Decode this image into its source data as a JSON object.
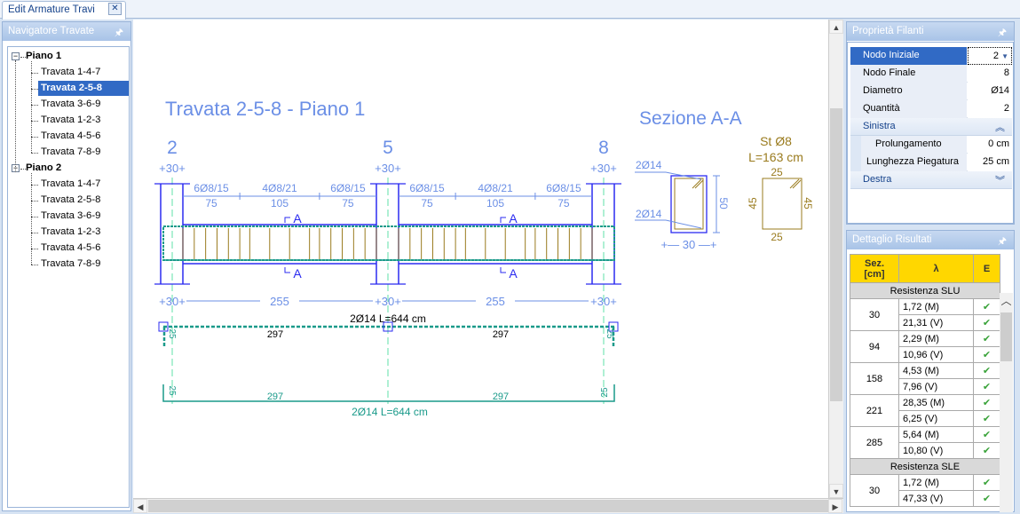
{
  "tab": {
    "title": "Edit Armature Travi",
    "close": "✕"
  },
  "navigator": {
    "title": "Navigatore Travate",
    "pin": "🖈",
    "groups": [
      {
        "label": "Piano 1",
        "items": [
          "Travata 1-4-7",
          "Travata 2-5-8",
          "Travata 3-6-9",
          "Travata 1-2-3",
          "Travata 4-5-6",
          "Travata 7-8-9"
        ],
        "selected": 1
      },
      {
        "label": "Piano 2",
        "items": [
          "Travata 1-4-7",
          "Travata 2-5-8",
          "Travata 3-6-9",
          "Travata 1-2-3",
          "Travata 4-5-6",
          "Travata 7-8-9"
        ],
        "selected": -1
      }
    ]
  },
  "drawing": {
    "title": "Travata 2-5-8 - Piano 1",
    "nodes": [
      "2",
      "5",
      "8"
    ],
    "col_width": "30",
    "spans": [
      {
        "zones": [
          {
            "label": "6Ø8/15",
            "len": "75"
          },
          {
            "label": "4Ø8/21",
            "len": "105"
          },
          {
            "label": "6Ø8/15",
            "len": "75"
          }
        ],
        "length": "255"
      },
      {
        "zones": [
          {
            "label": "6Ø8/15",
            "len": "75"
          },
          {
            "label": "4Ø8/21",
            "len": "105"
          },
          {
            "label": "6Ø8/15",
            "len": "75"
          }
        ],
        "length": "255"
      }
    ],
    "section_mark": "A",
    "top_bar": {
      "label": "2Ø14 L=644 cm",
      "segments": [
        "297",
        "297"
      ],
      "hook": "25"
    },
    "bottom_bar": {
      "label": "2Ø14 L=644 cm",
      "segments": [
        "297",
        "297"
      ],
      "hook": "25"
    },
    "section": {
      "title": "Sezione A-A",
      "top_bars": "2Ø14",
      "bottom_bars": "2Ø14",
      "height": "50",
      "width": "30"
    },
    "stirrup": {
      "title": "St Ø8",
      "length": "L=163 cm",
      "top": "25",
      "bottom": "25",
      "left": "45",
      "right": "45"
    }
  },
  "properties": {
    "title": "Proprietà Filanti",
    "pin": "🖈",
    "rows": [
      {
        "label": "Nodo Iniziale",
        "value": "2"
      },
      {
        "label": "Nodo Finale",
        "value": "8"
      },
      {
        "label": "Diametro",
        "value": "Ø14"
      },
      {
        "label": "Quantità",
        "value": "2"
      }
    ],
    "sinistra": {
      "label": "Sinistra",
      "rows": [
        {
          "label": "Prolungamento",
          "value": "0 cm"
        },
        {
          "label": "Lunghezza Piegatura",
          "value": "25 cm"
        }
      ]
    },
    "destra": {
      "label": "Destra"
    }
  },
  "results": {
    "title": "Dettaglio Risultati",
    "pin": "🖈",
    "headers": [
      "Sez. [cm]",
      "λ",
      "E"
    ],
    "groups": [
      {
        "label": "Resistenza SLU",
        "rows": [
          {
            "sez": "30",
            "m": "1,72 (M)",
            "v": "21,31 (V)"
          },
          {
            "sez": "94",
            "m": "2,29 (M)",
            "v": "10,96 (V)"
          },
          {
            "sez": "158",
            "m": "4,53 (M)",
            "v": "7,96 (V)"
          },
          {
            "sez": "221",
            "m": "28,35 (M)",
            "v": "6,25 (V)"
          },
          {
            "sez": "285",
            "m": "5,64 (M)",
            "v": "10,80 (V)"
          }
        ]
      },
      {
        "label": "Resistenza SLE",
        "rows": [
          {
            "sez": "30",
            "m": "1,72 (M)",
            "v": "47,33 (V)"
          }
        ]
      }
    ],
    "check": "✔"
  },
  "colors": {
    "blue": "#6b8fe6",
    "line": "#2b2bf0",
    "teal": "#1a9a8a",
    "brown": "#9a7b1e",
    "selection": "#316ac5",
    "header": "#ffd700"
  }
}
